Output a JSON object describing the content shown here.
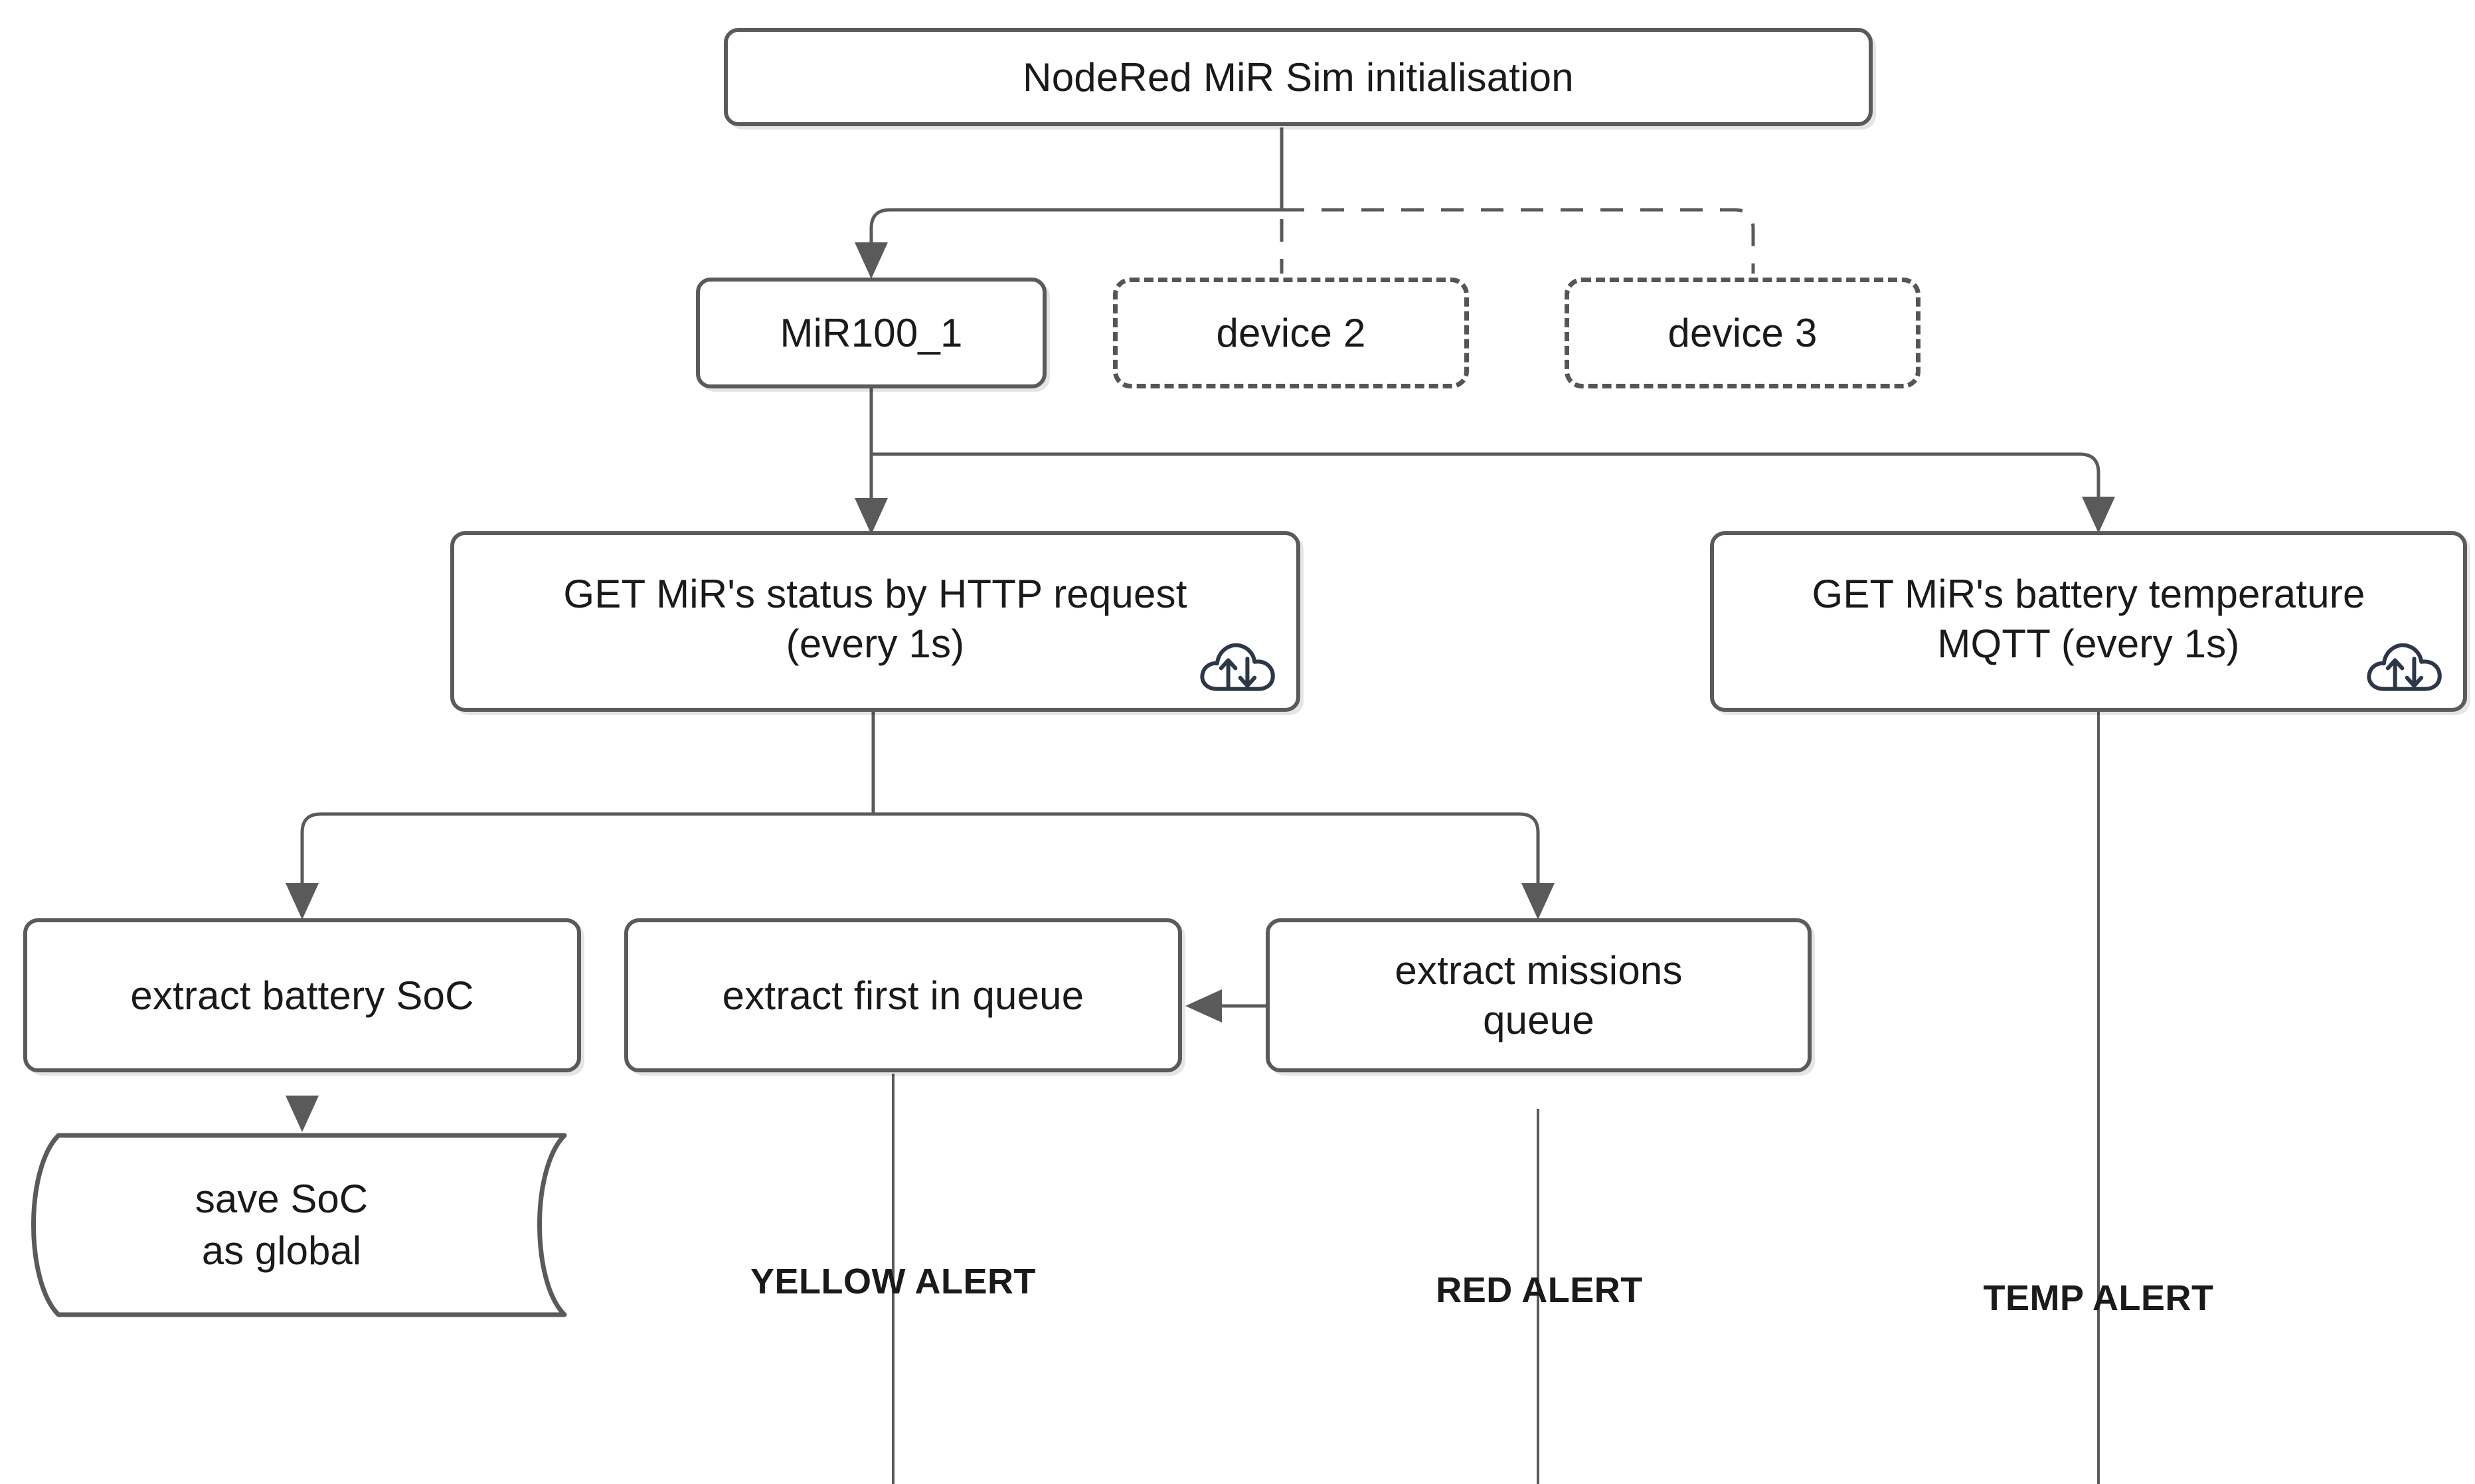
{
  "diagram": {
    "title_node": {
      "label": "NodeRed MiR Sim initialisation"
    },
    "devices": [
      {
        "label": "MiR100_1",
        "style": "solid"
      },
      {
        "label": "device 2",
        "style": "dashed"
      },
      {
        "label": "device 3",
        "style": "dashed"
      }
    ],
    "sources": [
      {
        "label": "GET MiR's status by HTTP request\n(every 1s)",
        "icon": "cloud-transfer-icon"
      },
      {
        "label": "GET MiR's battery temperature\nMQTT (every 1s)",
        "icon": "cloud-transfer-icon"
      }
    ],
    "processes": [
      {
        "label": "extract battery SoC"
      },
      {
        "label": "extract first in queue"
      },
      {
        "label": "extract missions\nqueue"
      }
    ],
    "storage": {
      "label": "save SoC\nas global"
    },
    "alerts": [
      {
        "label": "YELLOW ALERT"
      },
      {
        "label": "RED ALERT"
      },
      {
        "label": "TEMP ALERT"
      }
    ],
    "colors": {
      "node_border": "#5a5a5a",
      "dashed_border": "#555555",
      "edge": "#5a5a5a",
      "text": "#1a1a1a",
      "icon": "#2c3847",
      "background": "#ffffff"
    }
  }
}
